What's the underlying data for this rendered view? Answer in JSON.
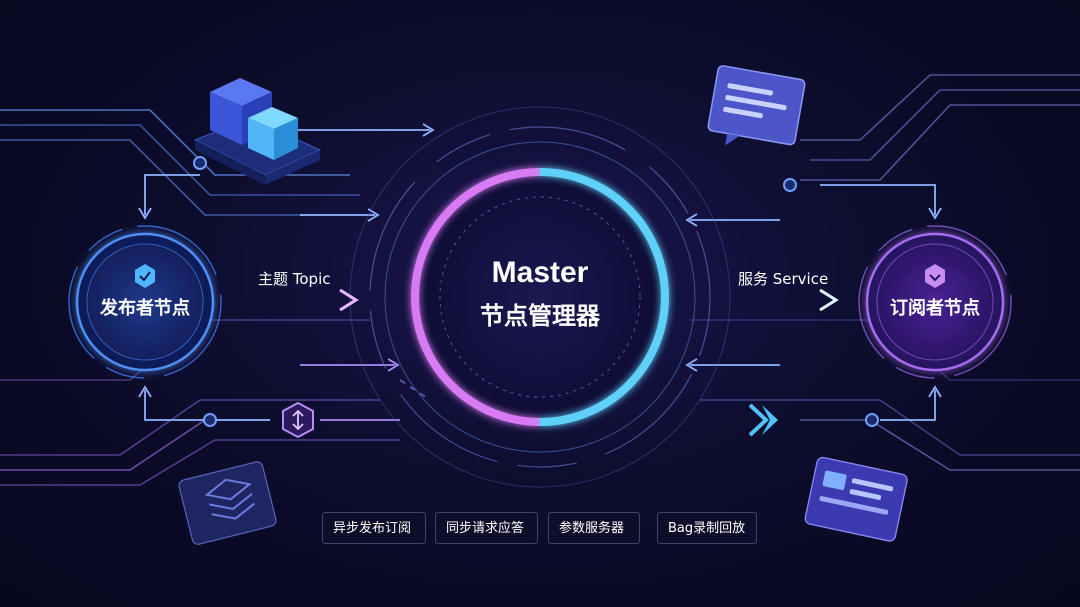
{
  "master": {
    "title": "Master",
    "subtitle": "节点管理器"
  },
  "publisher": {
    "label": "发布者节点"
  },
  "subscriber": {
    "label": "订阅者节点"
  },
  "edges": {
    "topic": "主题 Topic",
    "service": "服务 Service"
  },
  "features": [
    "异步发布订阅",
    "同步请求应答",
    "参数服务器",
    "Bag录制回放"
  ],
  "colors": {
    "accent_blue": "#4fc3f7",
    "accent_purple": "#c06cf0",
    "background": "#0b0b26"
  }
}
